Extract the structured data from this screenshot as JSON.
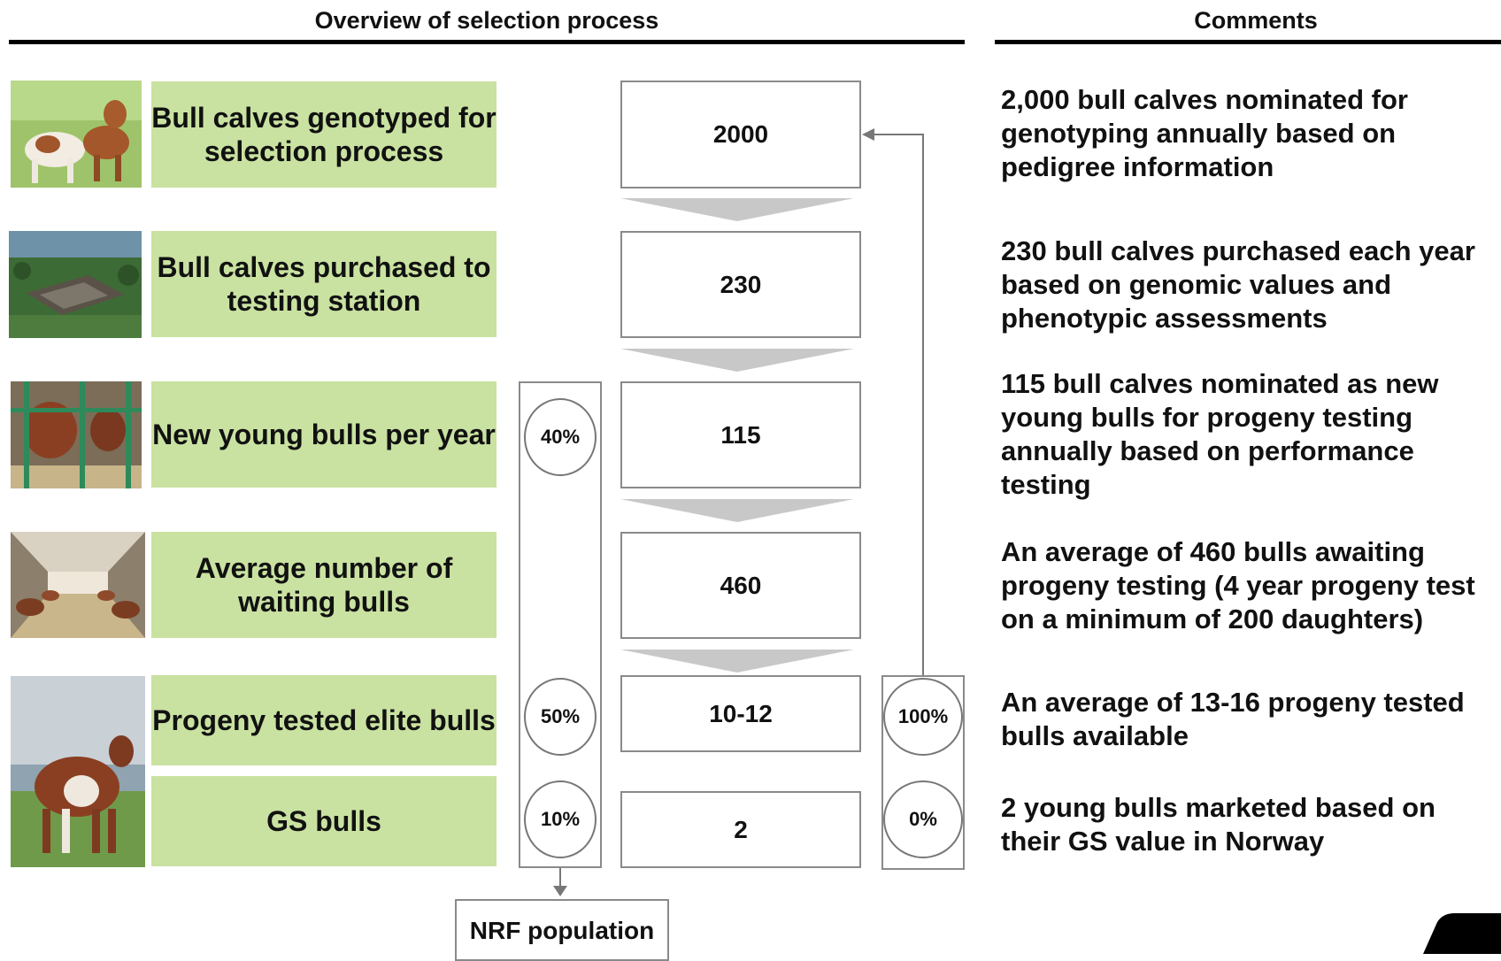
{
  "headers": {
    "left": "Overview of selection process",
    "right": "Comments"
  },
  "steps": [
    {
      "label": "Bull calves genotyped for selection process",
      "value": "2000",
      "comment": "2,000 bull calves nominated for genotyping annually based on pedigree information"
    },
    {
      "label": "Bull calves purchased to testing station",
      "value": "230",
      "comment": "230 bull calves purchased each year based on genomic values and phenotypic assessments"
    },
    {
      "label": "New young bulls per year",
      "value": "115",
      "comment": "115 bull calves nominated as new young bulls for progeny testing annually based on performance testing"
    },
    {
      "label": "Average number of waiting bulls",
      "value": "460",
      "comment": "An average of 460 bulls awaiting progeny testing (4 year progeny test on a minimum of 200 daughters)"
    },
    {
      "label": "Progeny tested elite bulls",
      "value": "10-12",
      "comment": "An average of 13-16 progeny tested bulls available"
    },
    {
      "label": "GS bulls",
      "value": "2",
      "comment": "2 young bulls marketed based on their GS value in Norway"
    }
  ],
  "nrf_percentages": {
    "new_young": "40%",
    "elite": "50%",
    "gs": "10%"
  },
  "feedback_percentages": {
    "elite": "100%",
    "gs": "0%"
  },
  "nrf_population": "NRF population",
  "colors": {
    "label_bg": "#c9e2a1",
    "chevron": "#c8c8c8",
    "border": "#8a8a8a"
  },
  "photos": [
    "calves-photo",
    "testing-station-photo",
    "stalled-bulls-photo",
    "barn-bulls-photo",
    "elite-bull-photo"
  ]
}
